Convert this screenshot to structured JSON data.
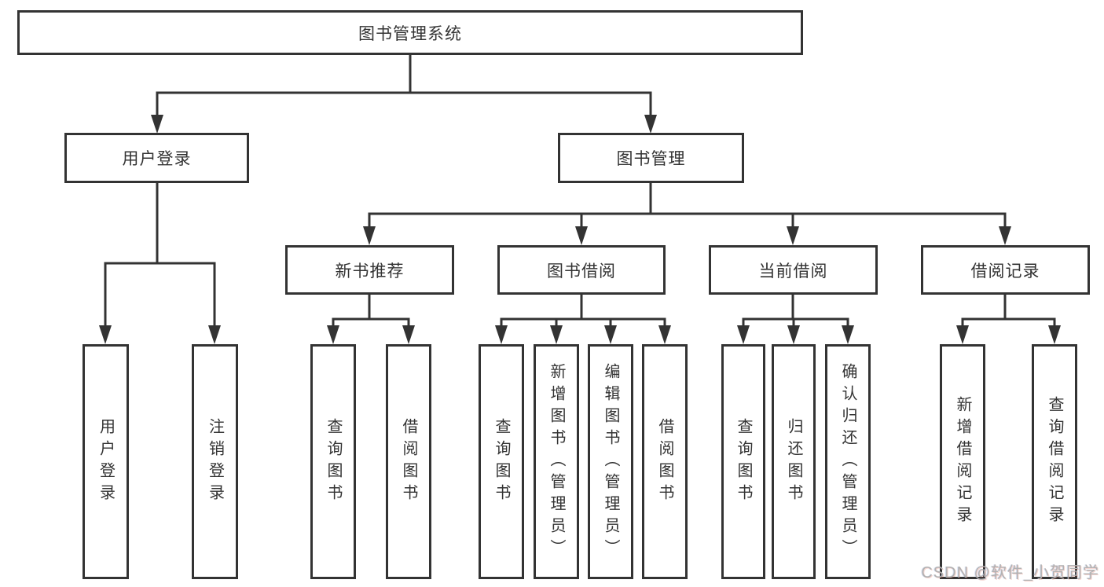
{
  "diagram": {
    "title": "图书管理系统",
    "level2": [
      {
        "label": "用户登录"
      },
      {
        "label": "图书管理"
      }
    ],
    "level3": [
      {
        "label": "新书推荐"
      },
      {
        "label": "图书借阅"
      },
      {
        "label": "当前借阅"
      },
      {
        "label": "借阅记录"
      }
    ],
    "leaves": [
      {
        "label": "用户登录"
      },
      {
        "label": "注销登录"
      },
      {
        "label": "查询图书"
      },
      {
        "label": "借阅图书"
      },
      {
        "label": "查询图书"
      },
      {
        "label": "新增图书（管理员）"
      },
      {
        "label": "编辑图书（管理员）"
      },
      {
        "label": "借阅图书"
      },
      {
        "label": "查询图书"
      },
      {
        "label": "归还图书"
      },
      {
        "label": "确认归还（管理员）"
      },
      {
        "label": "新增借阅记录"
      },
      {
        "label": "查询借阅记录"
      }
    ],
    "watermark": "CSDN @软件_小贺同学",
    "colors": {
      "line": "#333333",
      "text": "#333333",
      "watermark": "#b2b2b2",
      "background": "#ffffff"
    }
  }
}
